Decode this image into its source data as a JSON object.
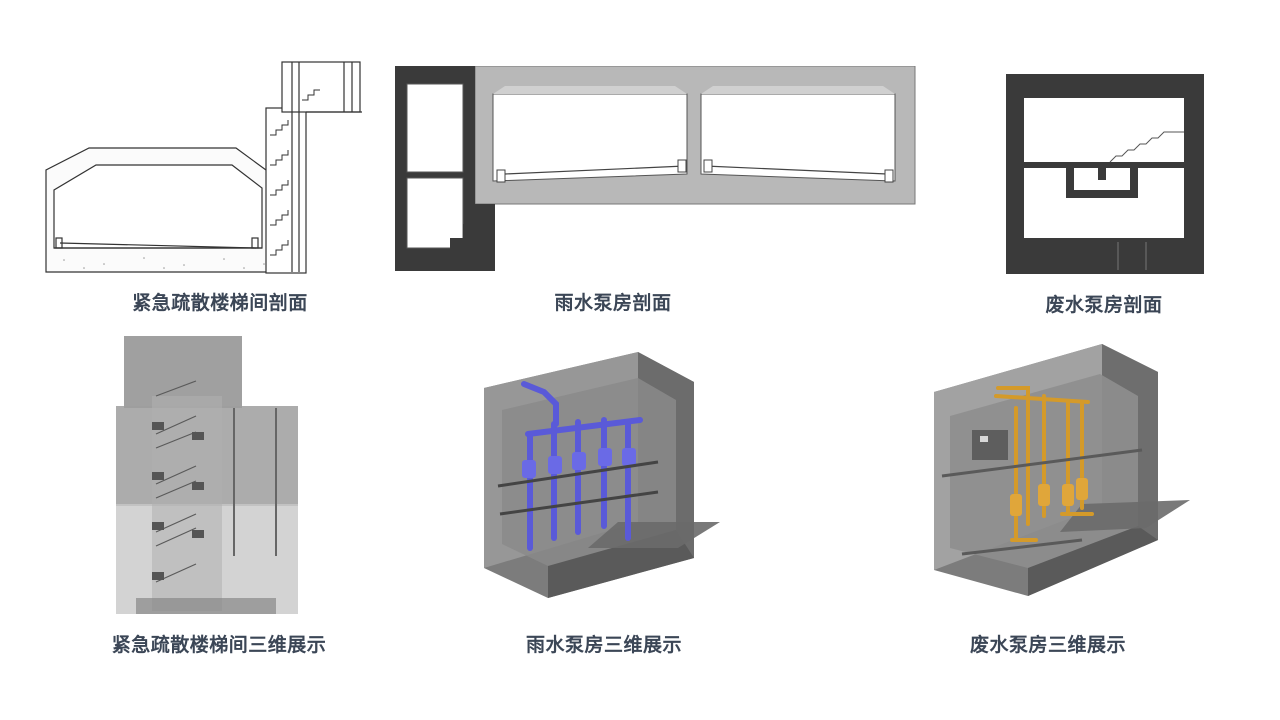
{
  "captions": {
    "stair_section": "紧急疏散楼梯间剖面",
    "rain_section": "雨水泵房剖面",
    "waste_section": "废水泵房剖面",
    "stair_3d": "紧急疏散楼梯间三维展示",
    "rain_3d": "雨水泵房三维展示",
    "waste_3d": "废水泵房三维展示"
  },
  "colors": {
    "caption_text": "#3b4656",
    "concrete_dark": "#3a3a3a",
    "concrete_light": "#b4b4b4",
    "rain_pipes": "#5a5ad8",
    "waste_pipes": "#d49a2a"
  }
}
